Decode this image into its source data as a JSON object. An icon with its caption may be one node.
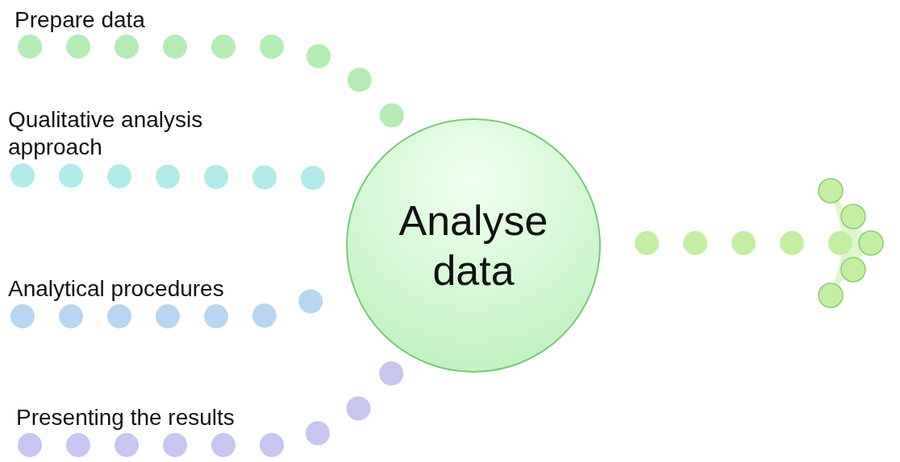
{
  "diagram": {
    "nodes": [
      {
        "text": [
          "Prepare data"
        ]
      },
      {
        "text": [
          "Qualitative analysis approach"
        ]
      },
      {
        "text": [
          "Analyse data"
        ]
      },
      {
        "text": [
          "Analytical procedures"
        ]
      },
      {
        "text": [
          "Presenting the results"
        ]
      }
    ],
    "edges": [
      {
        "from": 0,
        "to": 2,
        "arrow": "none",
        "color": "#b5ecb5"
      },
      {
        "from": 1,
        "to": 2,
        "arrow": "none",
        "color": "#b3eaea"
      },
      {
        "from": 3,
        "to": 2,
        "arrow": "none",
        "color": "#b8d6f0"
      },
      {
        "from": 4,
        "to": 2,
        "arrow": "none",
        "color": "#c6c6f0"
      },
      {
        "from": 2,
        "to": null,
        "arrow": "to",
        "color": "#c4eea4"
      }
    ]
  }
}
